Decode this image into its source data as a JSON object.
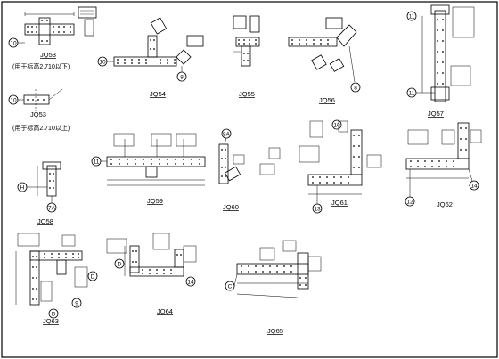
{
  "sheet_title": "",
  "details": [
    {
      "id": "jq53a",
      "caption": "JQ53",
      "note": "(用于标高2.710以下)",
      "axes": [
        "10"
      ]
    },
    {
      "id": "jq53b",
      "caption": "JQ53",
      "note": "(用于标高2.710以上)",
      "axes": [
        "10"
      ]
    },
    {
      "id": "jq54",
      "caption": "JQ54",
      "axes": [
        "10",
        "8"
      ]
    },
    {
      "id": "jq55",
      "caption": "JQ55",
      "axes": []
    },
    {
      "id": "jq56",
      "caption": "JQ56",
      "axes": [
        "8"
      ]
    },
    {
      "id": "jq57",
      "caption": "JQ57",
      "axes": [
        "11",
        "11"
      ]
    },
    {
      "id": "jq58",
      "caption": "JQ58",
      "axes": [
        "H",
        "7A"
      ]
    },
    {
      "id": "jq59",
      "caption": "JQ59",
      "axes": [
        "11"
      ]
    },
    {
      "id": "jq60",
      "caption": "JQ60",
      "axes": [
        "8A"
      ]
    },
    {
      "id": "jq61",
      "caption": "JQ61",
      "axes": [
        "10",
        "13"
      ]
    },
    {
      "id": "jq62",
      "caption": "JQ62",
      "axes": [
        "12",
        "14"
      ]
    },
    {
      "id": "jq63",
      "caption": "JQ63",
      "axes": [
        "D",
        "B",
        "9"
      ]
    },
    {
      "id": "jq64",
      "caption": "JQ64",
      "axes": [
        "D",
        "14"
      ]
    },
    {
      "id": "jq65",
      "caption": "JQ65",
      "axes": [
        "C"
      ]
    }
  ]
}
